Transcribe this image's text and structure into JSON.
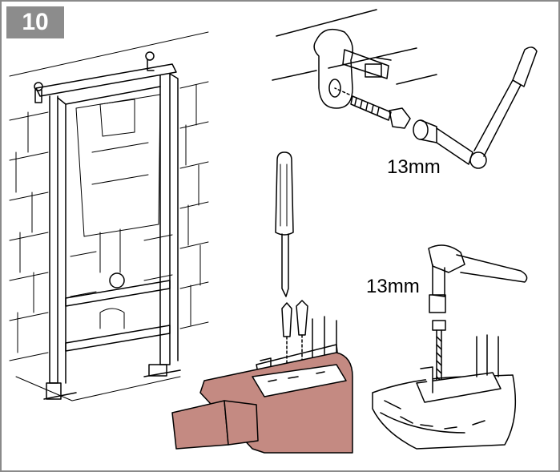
{
  "step": {
    "number": "10"
  },
  "labels": {
    "wrench_size_top": "13mm",
    "wrench_size_bottom": "13mm"
  },
  "colors": {
    "frame_border": "#8a8a8a",
    "badge_bg": "#8c8c8c",
    "wood": "#c48a82",
    "line": "#000000"
  }
}
